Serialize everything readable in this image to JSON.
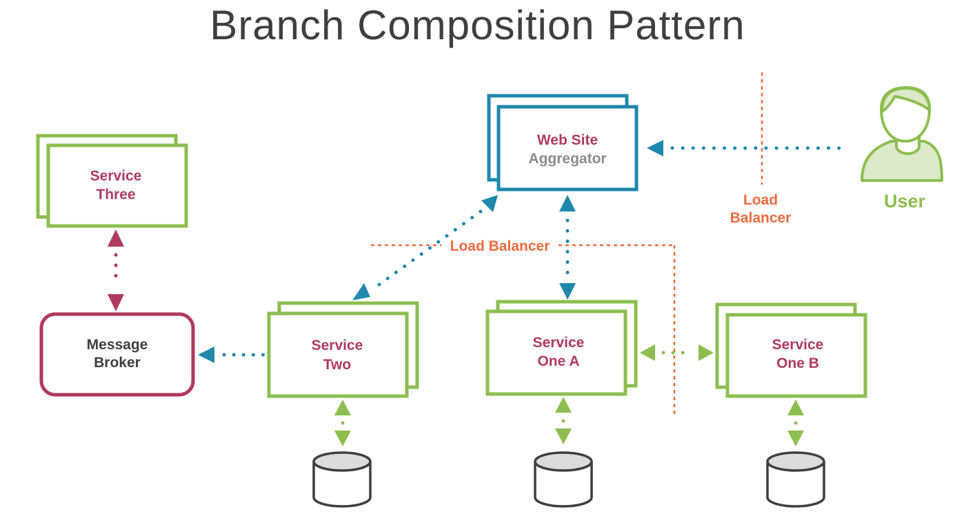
{
  "title": "Branch Composition Pattern",
  "colors": {
    "green": "#8cbf4f",
    "crimson": "#b03a5e",
    "blue": "#1e88ad",
    "orange": "#ee6b3d",
    "gray": "#8c8c8c",
    "dark": "#3f3f3f"
  },
  "nodes": {
    "web_site": {
      "line1": "Web Site",
      "line2": "Aggregator"
    },
    "service_three": {
      "line1": "Service",
      "line2": "Three"
    },
    "message_broker": {
      "line1": "Message",
      "line2": "Broker"
    },
    "service_two": {
      "line1": "Service",
      "line2": "Two"
    },
    "service_one_a": {
      "line1": "Service",
      "line2": "One A"
    },
    "service_one_b": {
      "line1": "Service",
      "line2": "One B"
    },
    "user": {
      "label": "User",
      "icon": "user-icon"
    },
    "database_icon": "database-icon"
  },
  "load_balancers": {
    "horizontal": "Load Balancer",
    "vertical_line1": "Load",
    "vertical_line2": "Balancer"
  }
}
